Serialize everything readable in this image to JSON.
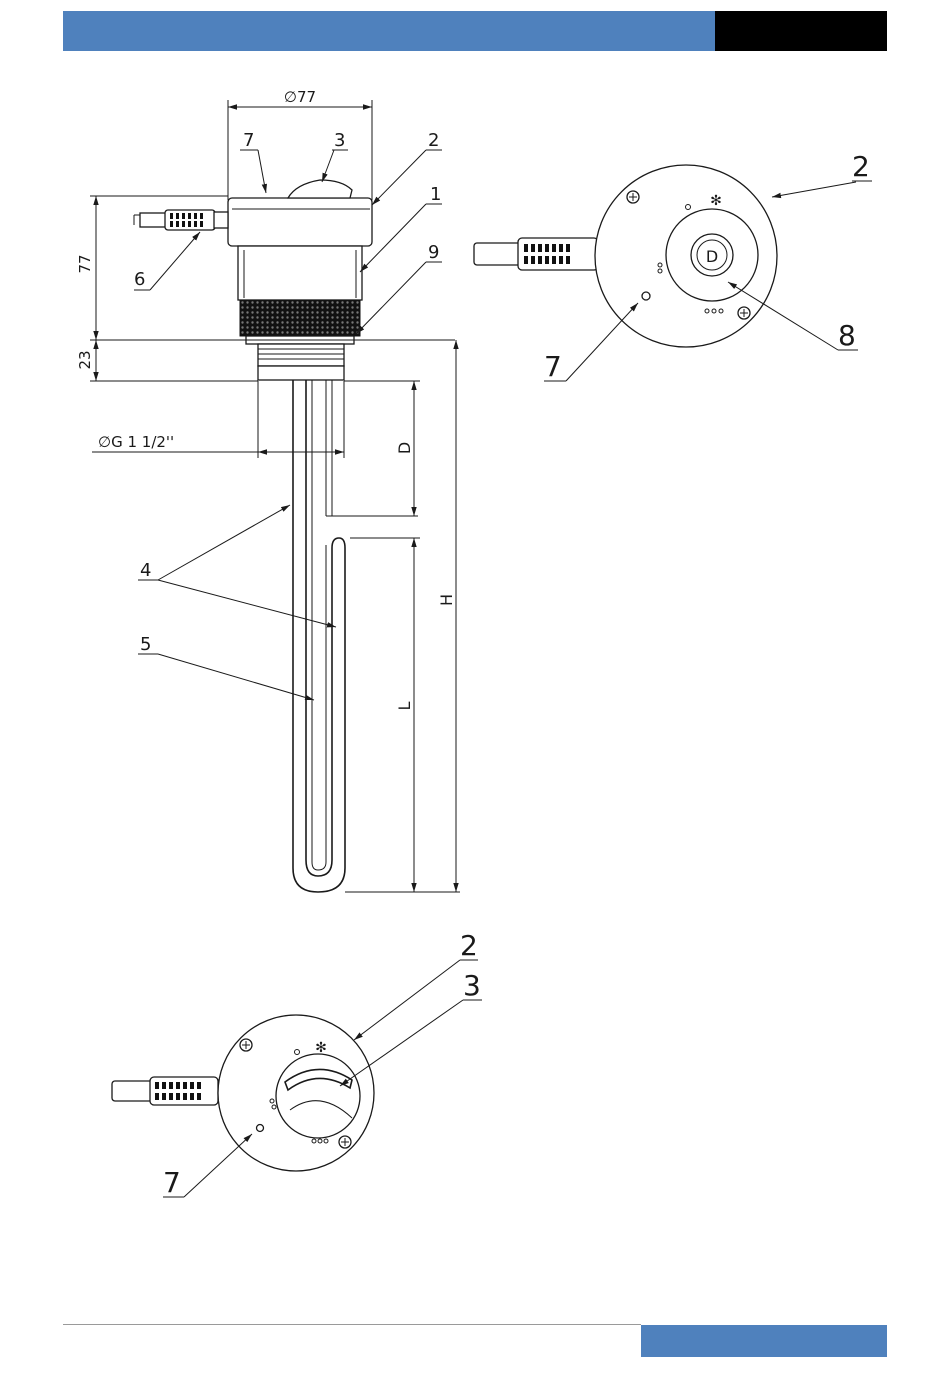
{
  "colors": {
    "accent": "#4f81bd",
    "header_block": "#000000",
    "rule": "#9a9a9a"
  },
  "side_view": {
    "dim_diameter_top": "∅77",
    "dim_height_head": "77",
    "dim_height_thread": "23",
    "dim_thread": "∅G 1 1/2''",
    "dim_D": "D",
    "dim_H": "H",
    "dim_L": "L",
    "callouts": {
      "c7": "7",
      "c3": "3",
      "c2": "2",
      "c1": "1",
      "c9": "9",
      "c6": "6",
      "c4": "4",
      "c5": "5"
    }
  },
  "bottom_view": {
    "callouts": {
      "c2": "2",
      "c7": "7",
      "c8": "8"
    }
  },
  "top_view": {
    "callouts": {
      "c2": "2",
      "c3": "3",
      "c7": "7"
    }
  }
}
